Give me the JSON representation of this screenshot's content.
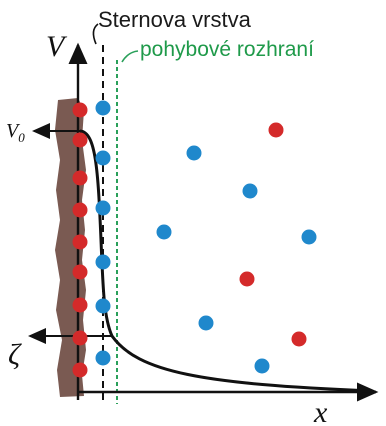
{
  "labels": {
    "stern_layer": "Sternova vrstva",
    "slip_plane": "pohybové rozhraní",
    "y_axis": "V",
    "x_axis": "x",
    "v0": "V",
    "v0_sub": "0",
    "zeta": "ζ"
  },
  "colors": {
    "wall": "#7a5a52",
    "cation": "#d42a2a",
    "anion": "#1f88cc",
    "slip_line": "#2aa05a",
    "axis": "#111111"
  },
  "icons": {
    "curve": "potential-curve"
  }
}
